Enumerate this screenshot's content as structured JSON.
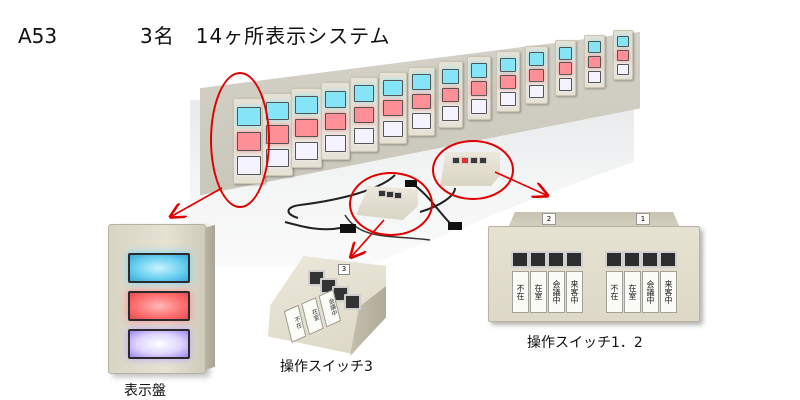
{
  "header": {
    "code": "A53",
    "title": "3名　14ヶ所表示システム"
  },
  "labels": {
    "display_unit": "表示盤",
    "switch3": "操作スイッチ3",
    "switch12": "操作スイッチ1．2"
  },
  "switch3": {
    "number_tag": "3",
    "cards": [
      "不在",
      "在室",
      "会議中"
    ]
  },
  "switch12": {
    "number_tags": [
      "2",
      "1"
    ],
    "cards_left": [
      "不在",
      "在室",
      "会議中",
      "来客中"
    ],
    "cards_right": [
      "不在",
      "在室",
      "会議中",
      "来客中"
    ]
  },
  "colors": {
    "accent_red": "#e00000",
    "lamp_blue": "#6fd2f0",
    "lamp_red": "#ff6e6e",
    "lamp_violet": "#ddd4ff"
  }
}
